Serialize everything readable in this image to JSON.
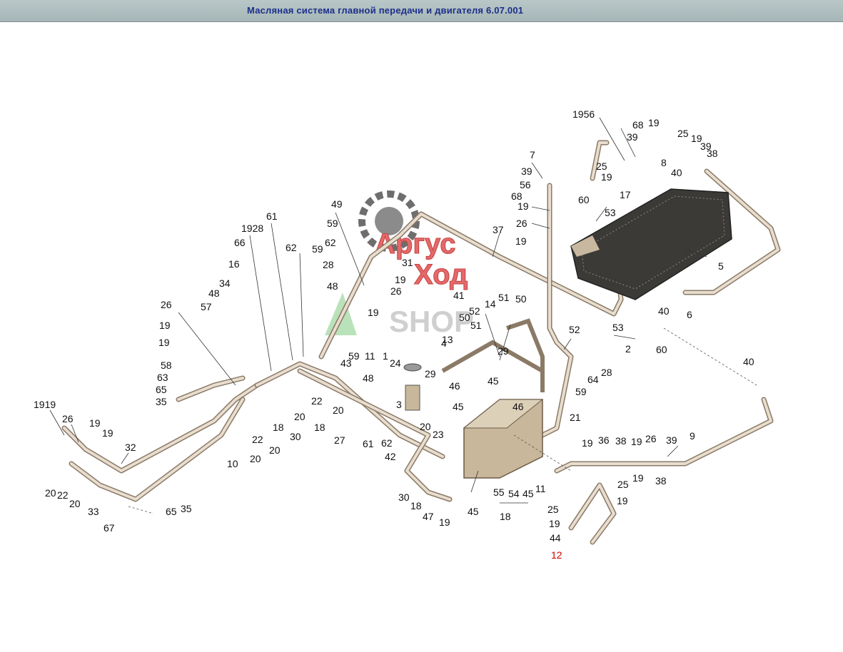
{
  "window": {
    "title": "Масляная система главной передачи и двигателя 6.07.001"
  },
  "watermark": {
    "line1": "Аргус",
    "line2": "Ход",
    "line3": "SHOP"
  },
  "diagram": {
    "callouts": [
      "1919",
      "26",
      "19",
      "19",
      "32",
      "20",
      "22",
      "20",
      "33",
      "67",
      "65",
      "35",
      "10",
      "20",
      "22",
      "20",
      "58",
      "63",
      "65",
      "35",
      "19",
      "19",
      "26",
      "57",
      "48",
      "34",
      "16",
      "66",
      "1928",
      "61",
      "62",
      "59",
      "30",
      "18",
      "20",
      "22",
      "18",
      "28",
      "62",
      "48",
      "49",
      "59",
      "20",
      "27",
      "61",
      "62",
      "42",
      "43",
      "59",
      "11",
      "48",
      "1",
      "24",
      "3",
      "29",
      "20",
      "23",
      "13",
      "4",
      "51",
      "50",
      "52",
      "14",
      "45",
      "46",
      "45",
      "46",
      "29",
      "51",
      "50",
      "19",
      "26",
      "41",
      "31",
      "19",
      "37",
      "7",
      "39",
      "56",
      "68",
      "19",
      "60",
      "26",
      "19",
      "53",
      "17",
      "5",
      "1956",
      "68",
      "39",
      "25",
      "19",
      "19",
      "25",
      "19",
      "39",
      "8",
      "40",
      "38",
      "40",
      "6",
      "53",
      "2",
      "60",
      "52",
      "21",
      "28",
      "64",
      "59",
      "40",
      "9",
      "19",
      "36",
      "38",
      "19",
      "26",
      "39",
      "25",
      "19",
      "38",
      "19",
      "25",
      "19",
      "44",
      "12",
      "55",
      "54",
      "45",
      "11",
      "45",
      "18",
      "30",
      "18",
      "47",
      "19"
    ]
  }
}
